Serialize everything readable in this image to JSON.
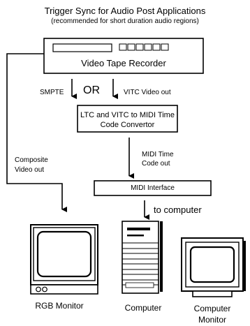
{
  "title": "Trigger Sync for Audio Post Applications",
  "subtitle": "(recommended for short duration audio regions)",
  "vtr_label": "Video Tape Recorder",
  "smpte_label": "SMPTE",
  "or_label": "OR",
  "vitc_label": "VITC Video out",
  "converter": {
    "line1": "LTC and VITC to MIDI Time",
    "line2": "Code Convertor"
  },
  "midi_timecode": {
    "line1": "MIDI Time",
    "line2": "Code out"
  },
  "composite": {
    "line1": "Composite",
    "line2": "Video out"
  },
  "midi_interface_label": "MIDI Interface",
  "to_computer_label": "to computer",
  "rgb_monitor_label": "RGB Monitor",
  "computer_label": "Computer",
  "computer_monitor": {
    "line1": "Computer",
    "line2": "Monitor"
  }
}
